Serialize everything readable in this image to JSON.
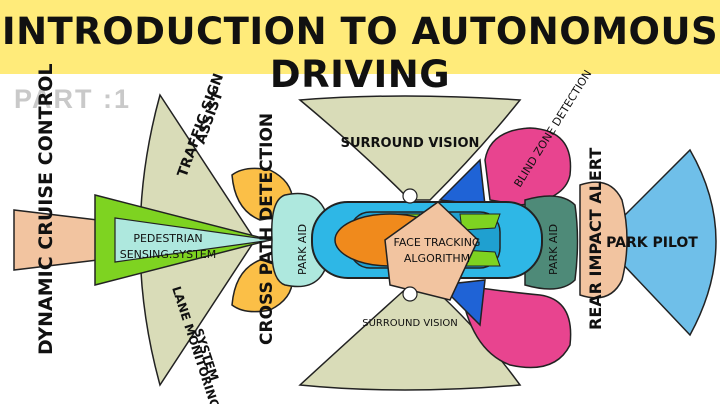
{
  "header": {
    "title": "INTRODUCTION TO AUTONOMOUS DRIVING",
    "part": "PART :1"
  },
  "labels": {
    "dynamic_cruise_control": "DYNAMIC CRUISE CONTROL",
    "traffic_sign_assist_line1": "TRAFFIC SIGN",
    "traffic_sign_assist_line2": "ASSIST",
    "pedestrian_line1": "PEDESTRIAN",
    "pedestrian_line2": "SENSING.SYSTEM",
    "lane_monitoring_line1": "LANE MONITORING",
    "lane_monitoring_line2": "SYSTEM",
    "cross_path_detection": "CROSS PATH DETECTION",
    "park_aid_front": "PARK AID",
    "surround_vision_top": "SURROUND VISION",
    "surround_vision_bottom": "SURROUND VISION",
    "face_tracking_line1": "FACE TRACKING",
    "face_tracking_line2": "ALGORITHM",
    "blind_zone_detection": "BLIND ZONE DETECTION",
    "park_aid_rear": "PARK AID",
    "rear_impact_alert": "REAR IMPACT ALERT",
    "park_pilot": "PARK PILOT"
  },
  "colors": {
    "banner": "#ffeb7a",
    "zone_olive": "#d9dcb8",
    "peach": "#f2c4a0",
    "bright_green": "#7ed321",
    "mint": "#aee8de",
    "orange": "#fbbf47",
    "magenta": "#e8448f",
    "blue": "#1f63d6",
    "teal": "#4e8a78",
    "park_pilot": "#6fbfe9",
    "car_body": "#2eb7e6",
    "car_orange": "#f08a1c"
  }
}
